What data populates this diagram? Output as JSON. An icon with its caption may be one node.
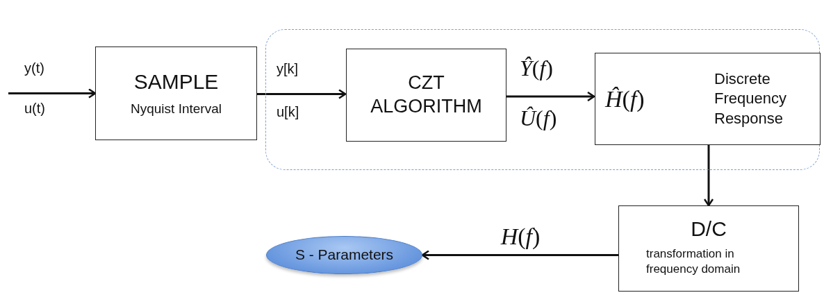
{
  "diagram": {
    "nodes": [
      {
        "text": [
          "SAMPLE",
          "Nyquist Interval"
        ]
      },
      {
        "text": [],
        "shape": "box"
      },
      {
        "text": [
          "CZT ALGORITHM"
        ],
        "in": 1
      },
      {
        "text": [
          "*Ĥ*(*f*)",
          "Discrete Frequency Response"
        ],
        "in": 1
      },
      {
        "text": [
          "D/C",
          "transformation in frequency domain"
        ]
      },
      {
        "text": [
          "S - Parameters"
        ]
      }
    ],
    "edges": [
      {
        "from": null,
        "to": 0,
        "arrow": "to"
      },
      {
        "from": 0,
        "to": 2,
        "arrow": "to"
      },
      {
        "from": 2,
        "to": 3,
        "arrow": "to"
      },
      {
        "from": 3,
        "to": 4,
        "arrow": "to"
      },
      {
        "from": 4,
        "to": 5,
        "arrow": "to",
        "label": "*H*(*f*)"
      }
    ],
    "labels": [
      "y(t)",
      "u(t)",
      "y[k]",
      "u[k]",
      "*Ŷ*(*f*)",
      "*Û*(*f*)"
    ]
  }
}
